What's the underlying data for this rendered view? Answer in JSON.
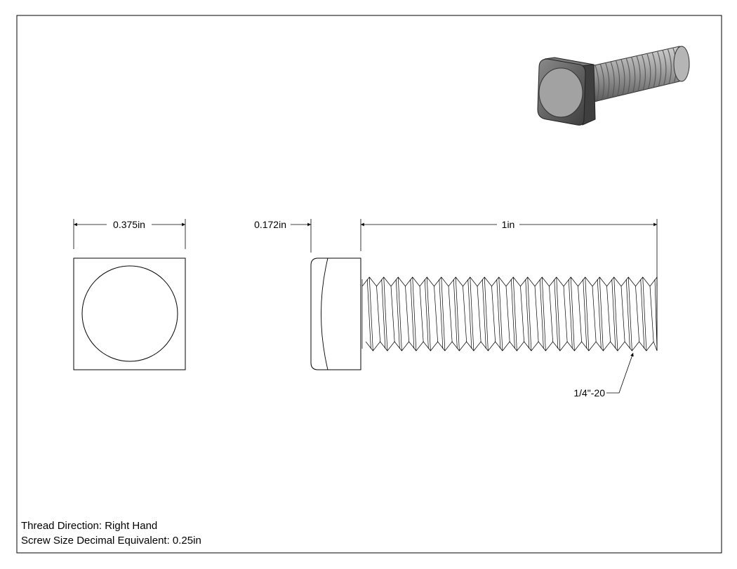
{
  "dimensions": {
    "head_width": "0.375in",
    "head_height": "0.172in",
    "length": "1in"
  },
  "callouts": {
    "thread_spec": "1/4\"-20"
  },
  "notes": {
    "thread_direction": "Thread Direction: Right Hand",
    "decimal_equivalent": "Screw Size Decimal Equivalent: 0.25in"
  },
  "colors": {
    "line": "#000000",
    "render_face": "#9a9a9a",
    "render_dark": "#4a4a4a",
    "render_light": "#c8c8c8"
  }
}
